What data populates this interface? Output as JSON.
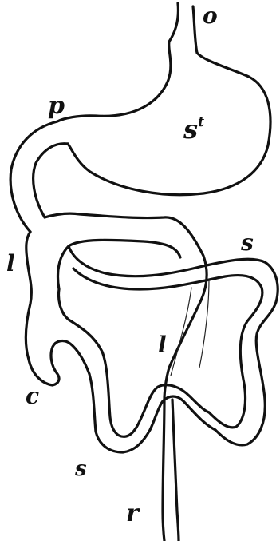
{
  "labels": {
    "o": "o",
    "st": "s",
    "st_sup": "t",
    "p": "p",
    "l_left": "l",
    "s_right": "s",
    "l_center": "l",
    "c": "c",
    "s_bottom": "s",
    "r": "r"
  },
  "colors": {
    "ink": "#111111",
    "paper": "#ffffff"
  }
}
